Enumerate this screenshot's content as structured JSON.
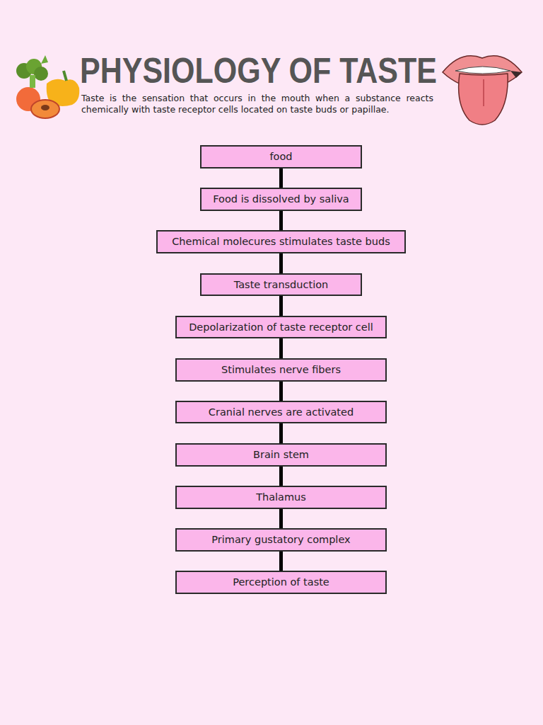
{
  "diagram": {
    "title": "PHYSIOLOGY OF TASTE",
    "caption": "Taste is the sensation that occurs in the mouth when a substance reacts chemically with taste receptor cells located on taste buds or papillae.",
    "nodes": [
      {
        "text": [
          "food"
        ]
      },
      {
        "text": [
          "Food is dissolved by saliva"
        ]
      },
      {
        "text": [
          "Chemical molecures stimulates taste buds"
        ]
      },
      {
        "text": [
          "Taste transduction"
        ]
      },
      {
        "text": [
          "Depolarization of taste receptor cell"
        ]
      },
      {
        "text": [
          "Stimulates nerve fibers"
        ]
      },
      {
        "text": [
          "Cranial nerves are activated"
        ]
      },
      {
        "text": [
          "Brain stem"
        ]
      },
      {
        "text": [
          "Thalamus"
        ]
      },
      {
        "text": [
          "Primary gustatory complex"
        ]
      },
      {
        "text": [
          "Perception of taste"
        ]
      }
    ],
    "edges": [
      {
        "from": 0,
        "to": 1,
        "arrow": "none"
      },
      {
        "from": 1,
        "to": 2,
        "arrow": "none"
      },
      {
        "from": 2,
        "to": 3,
        "arrow": "none"
      },
      {
        "from": 3,
        "to": 4,
        "arrow": "none"
      },
      {
        "from": 4,
        "to": 5,
        "arrow": "none"
      },
      {
        "from": 5,
        "to": 6,
        "arrow": "none"
      },
      {
        "from": 6,
        "to": 7,
        "arrow": "none"
      },
      {
        "from": 7,
        "to": 8,
        "arrow": "none"
      },
      {
        "from": 8,
        "to": 9,
        "arrow": "none"
      },
      {
        "from": 9,
        "to": 10,
        "arrow": "none"
      }
    ]
  }
}
